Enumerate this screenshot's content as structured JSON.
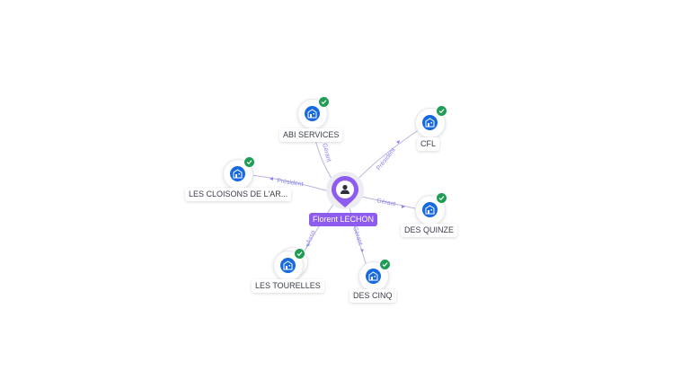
{
  "person": {
    "name": "Florent LECHON",
    "icon": "person-icon"
  },
  "companies": [
    {
      "id": "abi",
      "name": "ABI SERVICES",
      "icon": "building-icon",
      "status": "active-check"
    },
    {
      "id": "cfl",
      "name": "CFL",
      "icon": "building-icon",
      "status": "active-check"
    },
    {
      "id": "cloisons",
      "name": "LES CLOISONS DE L'AR...",
      "icon": "building-icon",
      "status": "active-check"
    },
    {
      "id": "quinze",
      "name": "DES QUINZE",
      "icon": "building-icon",
      "status": "active-check"
    },
    {
      "id": "tourelles",
      "name": "LES TOURELLES",
      "icon": "building-icon",
      "status": "active-check"
    },
    {
      "id": "cinq",
      "name": "DES CINQ",
      "icon": "building-icon",
      "status": "active-check"
    }
  ],
  "relations": [
    {
      "to": "abi",
      "role": "Gérant"
    },
    {
      "to": "cfl",
      "role": "Président"
    },
    {
      "to": "cloisons",
      "role": "Président"
    },
    {
      "to": "quinze",
      "role": "Gérant"
    },
    {
      "to": "tourelles",
      "role": "Asso"
    },
    {
      "to": "cinq",
      "role": "Gérant"
    }
  ],
  "colors": {
    "accent": "#8e5bef",
    "company": "#1769e0",
    "check": "#1f9d55",
    "edge": "#8a84ef"
  }
}
